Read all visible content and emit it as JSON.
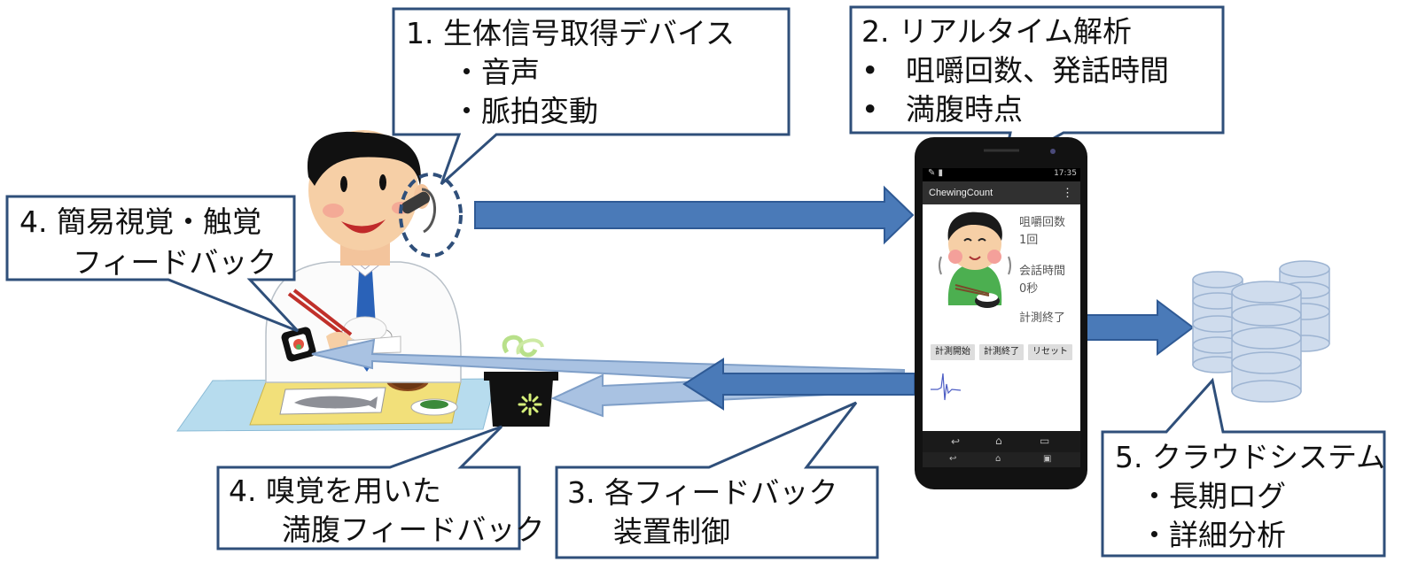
{
  "callouts": {
    "bio": {
      "title": "1. 生体信号取得デバイス",
      "items": [
        "・音声",
        "・脈拍変動"
      ]
    },
    "realtime": {
      "title": "2. リアルタイム解析",
      "bullets": [
        "•",
        "•"
      ],
      "items": [
        "咀嚼回数、発話時間",
        "満腹時点"
      ]
    },
    "visual": {
      "lines": [
        "4. 簡易視覚・触覚",
        "フィードバック"
      ]
    },
    "smell": {
      "lines": [
        "4. 嗅覚を用いた",
        "満腹フィードバック"
      ]
    },
    "control": {
      "lines": [
        "3.  各フィードバック",
        "装置制御"
      ]
    },
    "cloud": {
      "title": "5.  クラウドシステム",
      "items": [
        "・長期ログ",
        "・詳細分析"
      ]
    }
  },
  "phone": {
    "status_time": "17:35",
    "app_title": "ChewingCount",
    "menu_icon": "overflow-menu-icon",
    "chew_label": "咀嚼回数",
    "chew_value": "1回",
    "talk_label": "会話時間",
    "talk_value": "0秒",
    "state": "計測終了",
    "buttons": [
      "計測開始",
      "計測終了",
      "リセット"
    ]
  },
  "colors": {
    "box_border": "#2f4f7a",
    "arrow_main": "#4a7ab8",
    "arrow_light": "#a9c2e2",
    "db": "#cfdced"
  },
  "icons": [
    "earpiece-device-icon",
    "smartwatch-icon",
    "aroma-diffuser-icon",
    "database-icon",
    "chewing-boy-icon"
  ]
}
